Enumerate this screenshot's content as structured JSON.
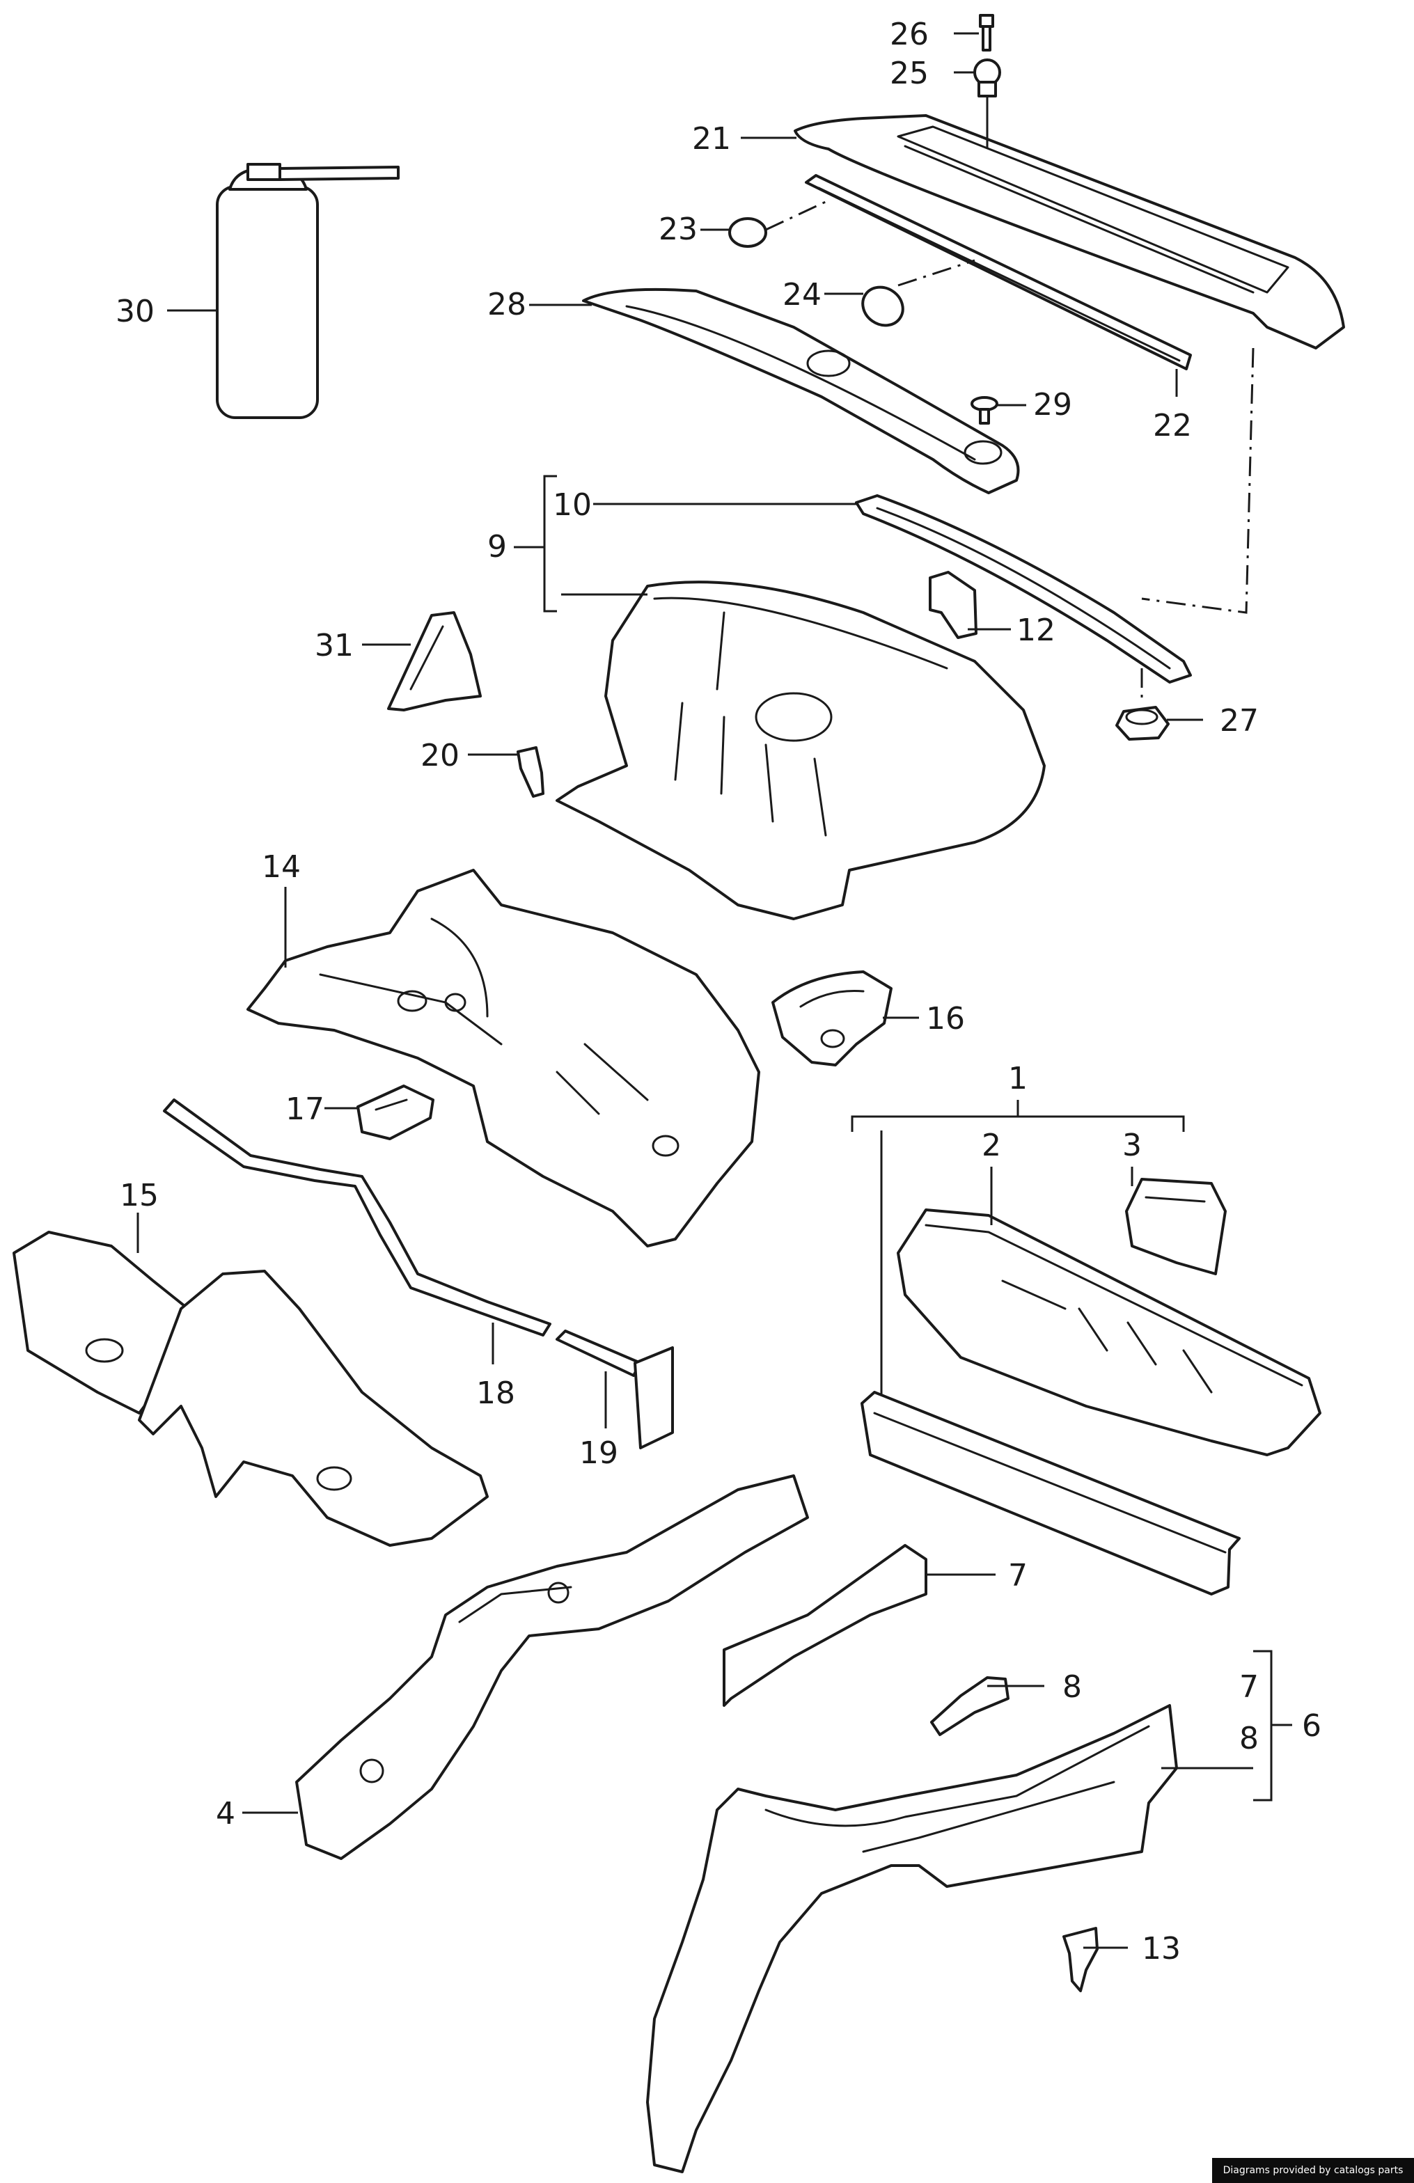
{
  "diagram": {
    "callouts": {
      "c1": "1",
      "c2": "2",
      "c3": "3",
      "c4": "4",
      "c6": "6",
      "c7a": "7",
      "c7b": "7",
      "c8a": "8",
      "c8b": "8",
      "c9": "9",
      "c10": "10",
      "c12": "12",
      "c13": "13",
      "c14": "14",
      "c15": "15",
      "c16": "16",
      "c17": "17",
      "c18": "18",
      "c19": "19",
      "c20": "20",
      "c21": "21",
      "c22": "22",
      "c23": "23",
      "c24": "24",
      "c25": "25",
      "c26": "26",
      "c27": "27",
      "c28": "28",
      "c29": "29",
      "c30": "30",
      "c31": "31"
    }
  },
  "footer": {
    "credit": "Diagrams provided by catalogs parts"
  }
}
